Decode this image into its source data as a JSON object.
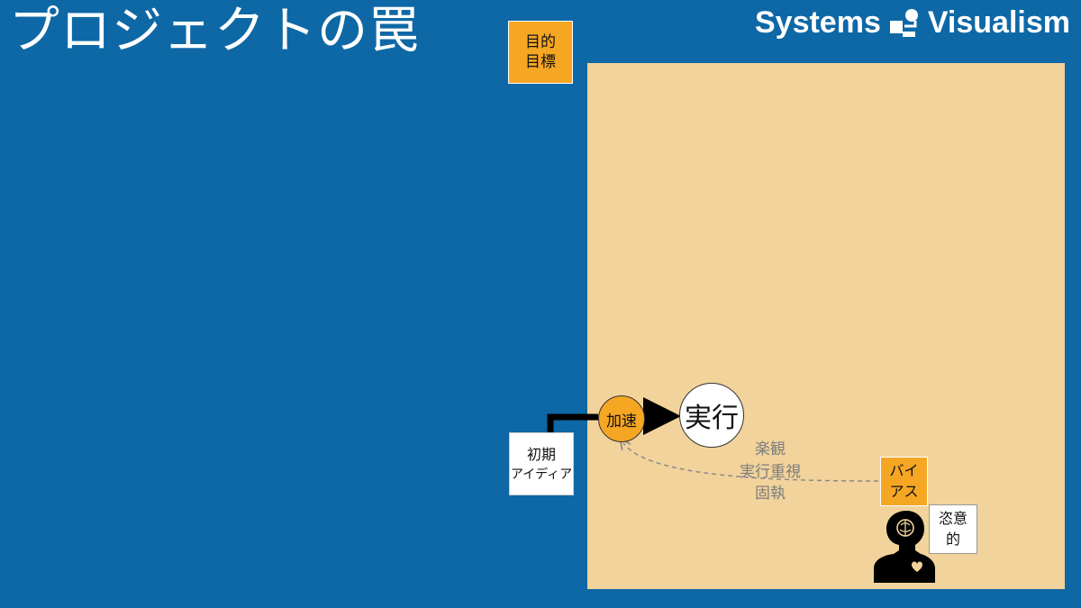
{
  "header": {
    "title": "プロジェクトの罠",
    "brand": "Systems Visualism"
  },
  "diagram": {
    "goal": {
      "line1": "目的",
      "line2": "目標"
    },
    "initial_idea": {
      "line1": "初期",
      "line2": "アイディア"
    },
    "accelerate": "加速",
    "execute": "実行",
    "bias_labels": [
      "楽観",
      "実行重視",
      "固執"
    ],
    "bias": {
      "line1": "バイ",
      "line2": "アス"
    },
    "arbitrary": {
      "line1": "恣意",
      "line2": "的"
    }
  },
  "colors": {
    "background": "#0e68a6",
    "panel": "#f2d39b",
    "accent": "#f5a623",
    "dashed_arrow": "#8a8a8a"
  },
  "icons": [
    "systems-visualism-logo-icon",
    "person-brain-heart-icon"
  ]
}
